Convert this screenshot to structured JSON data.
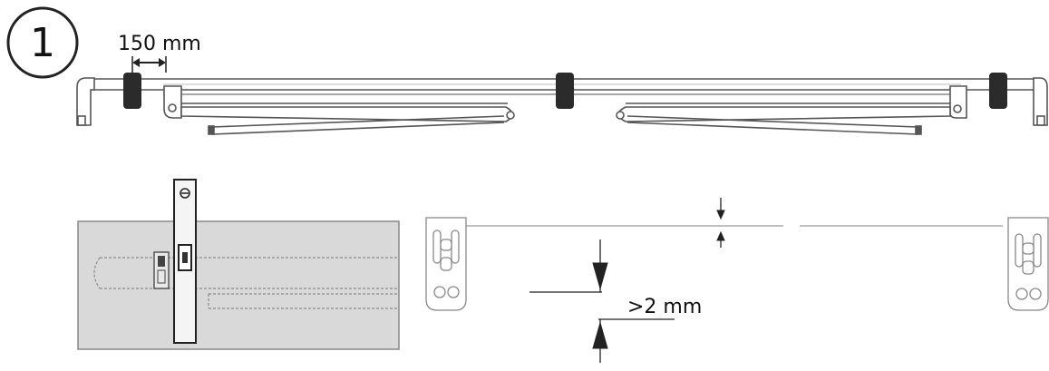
{
  "step": {
    "number": "1"
  },
  "dimensions": {
    "bracket_spacing": "150 mm",
    "alignment_tolerance": ">2 mm"
  },
  "colors": {
    "line": "#444444",
    "light_line": "#9a9a9a",
    "dark_part": "#2b2b2b",
    "wall_panel": "#d9d9d9",
    "level_tool": "#f4f4f4"
  },
  "icons": {
    "level": "spirit-level-icon",
    "bracket": "wall-bracket-icon"
  }
}
